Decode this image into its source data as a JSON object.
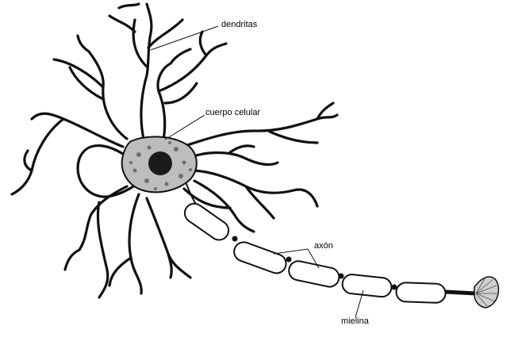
{
  "labels": {
    "dendrites": "dendritas",
    "cell_body": "cuerpo celular",
    "axon": "axón",
    "myelin": "mielina"
  },
  "colors": {
    "ink": "#111111",
    "background": "#ffffff"
  }
}
